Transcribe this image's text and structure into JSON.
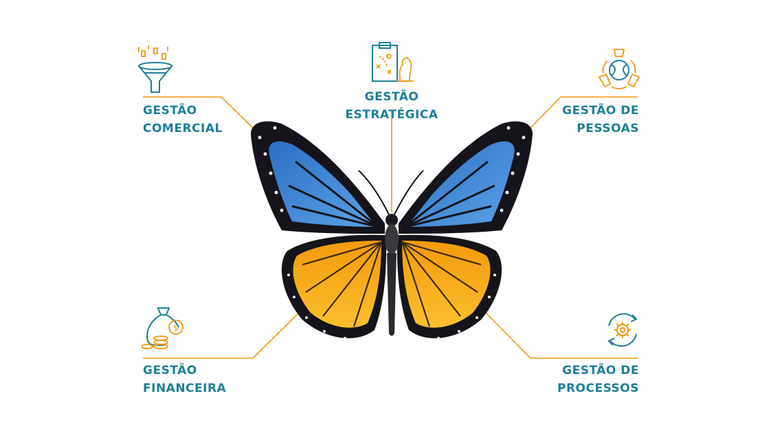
{
  "colors": {
    "teal": "#1e7f98",
    "orange": "#f2960f",
    "wing_blue": "#3f86d4",
    "wing_orange": "#f6a70f",
    "wing_black": "#14141a"
  },
  "nodes": {
    "comercial": {
      "line1": "GESTÃO",
      "line2": "COMERCIAL",
      "icon": "funnel-icon"
    },
    "estrategica": {
      "line1": "GESTÃO",
      "line2": "ESTRATÉGICA",
      "icon": "strategy-board-icon"
    },
    "pessoas": {
      "line1": "GESTÃO DE",
      "line2": "PESSOAS",
      "icon": "people-cycle-icon"
    },
    "financeira": {
      "line1": "GESTÃO",
      "line2": "FINANCEIRA",
      "icon": "money-bag-icon"
    },
    "processos": {
      "line1": "GESTÃO DE",
      "line2": "PROCESSOS",
      "icon": "gear-cycle-icon"
    }
  }
}
